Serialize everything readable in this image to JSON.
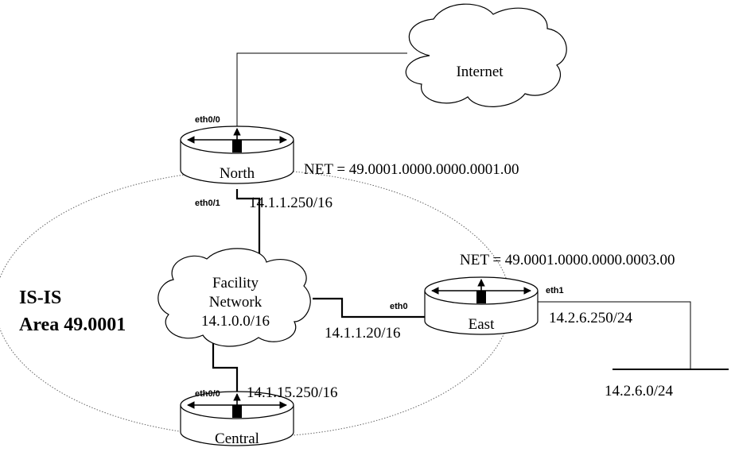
{
  "area": {
    "line1": "IS-IS",
    "line2": "Area 49.0001"
  },
  "clouds": {
    "internet": "Internet",
    "facility": {
      "line1": "Facility",
      "line2": "Network",
      "line3": "14.1.0.0/16"
    }
  },
  "routers": {
    "north": {
      "name": "North",
      "net": "NET = 49.0001.0000.0000.0001.00",
      "iface_top": "eth0/0",
      "iface_bottom": "eth0/1",
      "ip_bottom": "14.1.1.250/16"
    },
    "east": {
      "name": "East",
      "net": "NET = 49.0001.0000.0000.0003.00",
      "iface_left": "eth0",
      "ip_left": "14.1.1.20/16",
      "iface_right": "eth1",
      "ip_right": "14.2.6.250/24"
    },
    "central": {
      "name": "Central",
      "iface_top": "eth0/0",
      "ip_top": "14.1.15.250/16"
    }
  },
  "lan": {
    "label": "14.2.6.0/24"
  }
}
